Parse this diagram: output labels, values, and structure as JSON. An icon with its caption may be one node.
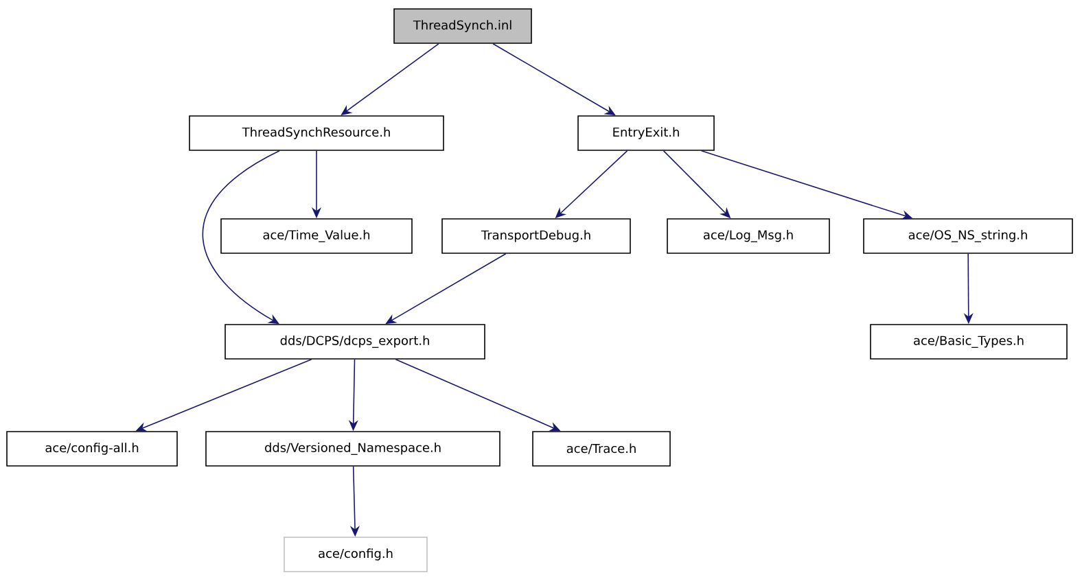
{
  "diagram": {
    "nodes": [
      {
        "text": [
          "ThreadSynch.inl"
        ]
      },
      {
        "text": [
          "ThreadSynchResource.h"
        ]
      },
      {
        "text": [
          "EntryExit.h"
        ]
      },
      {
        "text": [
          "ace/Time_Value.h"
        ]
      },
      {
        "text": [
          "TransportDebug.h"
        ]
      },
      {
        "text": [
          "ace/Log_Msg.h"
        ]
      },
      {
        "text": [
          "ace/OS_NS_string.h"
        ]
      },
      {
        "text": [
          "dds/DCPS/dcps_export.h"
        ]
      },
      {
        "text": [
          "ace/Basic_Types.h"
        ]
      },
      {
        "text": [
          "ace/config-all.h"
        ]
      },
      {
        "text": [
          "dds/Versioned_Namespace.h"
        ]
      },
      {
        "text": [
          "ace/Trace.h"
        ]
      },
      {
        "text": [
          "ace/config.h"
        ]
      }
    ],
    "edges": [
      {
        "from": 0,
        "to": 1,
        "arrow": "to"
      },
      {
        "from": 0,
        "to": 2,
        "arrow": "to"
      },
      {
        "from": 1,
        "to": 7,
        "arrow": "to"
      },
      {
        "from": 1,
        "to": 3,
        "arrow": "to"
      },
      {
        "from": 2,
        "to": 4,
        "arrow": "to"
      },
      {
        "from": 2,
        "to": 5,
        "arrow": "to"
      },
      {
        "from": 2,
        "to": 6,
        "arrow": "to"
      },
      {
        "from": 4,
        "to": 7,
        "arrow": "to"
      },
      {
        "from": 6,
        "to": 8,
        "arrow": "to"
      },
      {
        "from": 7,
        "to": 9,
        "arrow": "to"
      },
      {
        "from": 7,
        "to": 10,
        "arrow": "to"
      },
      {
        "from": 7,
        "to": 11,
        "arrow": "to"
      },
      {
        "from": 10,
        "to": 12,
        "arrow": "to"
      }
    ]
  }
}
